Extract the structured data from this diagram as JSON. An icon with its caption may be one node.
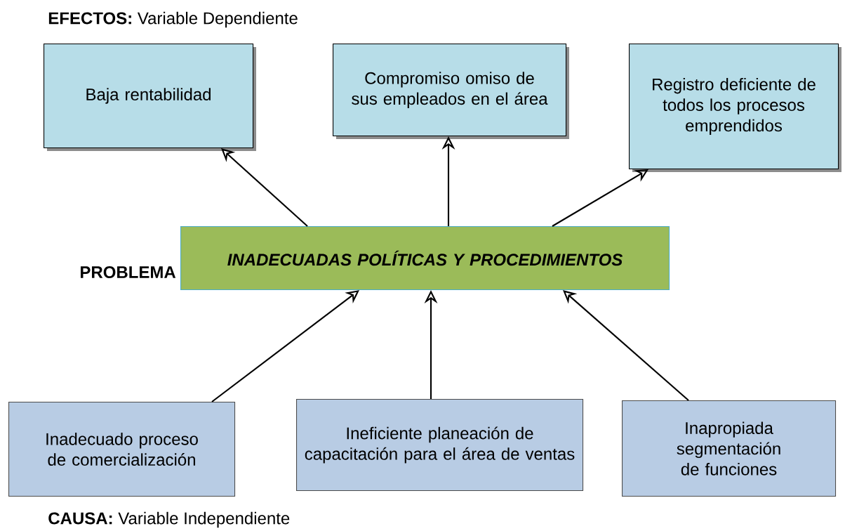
{
  "diagram": {
    "nodes": [
      {
        "text": [
          "Baja rentabilidad"
        ]
      },
      {
        "text": [
          "Compromiso omiso de sus empleados en el área"
        ]
      },
      {
        "text": [
          "Registro deficiente de todos los procesos emprendidos"
        ]
      },
      {
        "text": [
          "INADECUADAS POLÍTICAS Y PROCEDIMIENTOS"
        ],
        "beside": [
          "PROBLEMA"
        ]
      },
      {
        "text": [
          "Inadecuado proceso de comercialización"
        ]
      },
      {
        "text": [
          "Ineficiente planeación de capacitación para el área de ventas"
        ]
      },
      {
        "text": [
          "Inapropiada segmentación de funciones"
        ]
      }
    ],
    "edges": [
      {
        "from": 3,
        "to": 0,
        "arrow": "to"
      },
      {
        "from": 3,
        "to": 1,
        "arrow": "to"
      },
      {
        "from": 3,
        "to": 2,
        "arrow": "to"
      },
      {
        "from": 4,
        "to": 3,
        "arrow": "to"
      },
      {
        "from": 5,
        "to": 3,
        "arrow": "to"
      },
      {
        "from": 6,
        "to": 3,
        "arrow": "to"
      }
    ],
    "labels": [
      "**EFECTOS:** Variable Dependiente",
      "**CAUSA:** Variable Independiente"
    ]
  }
}
